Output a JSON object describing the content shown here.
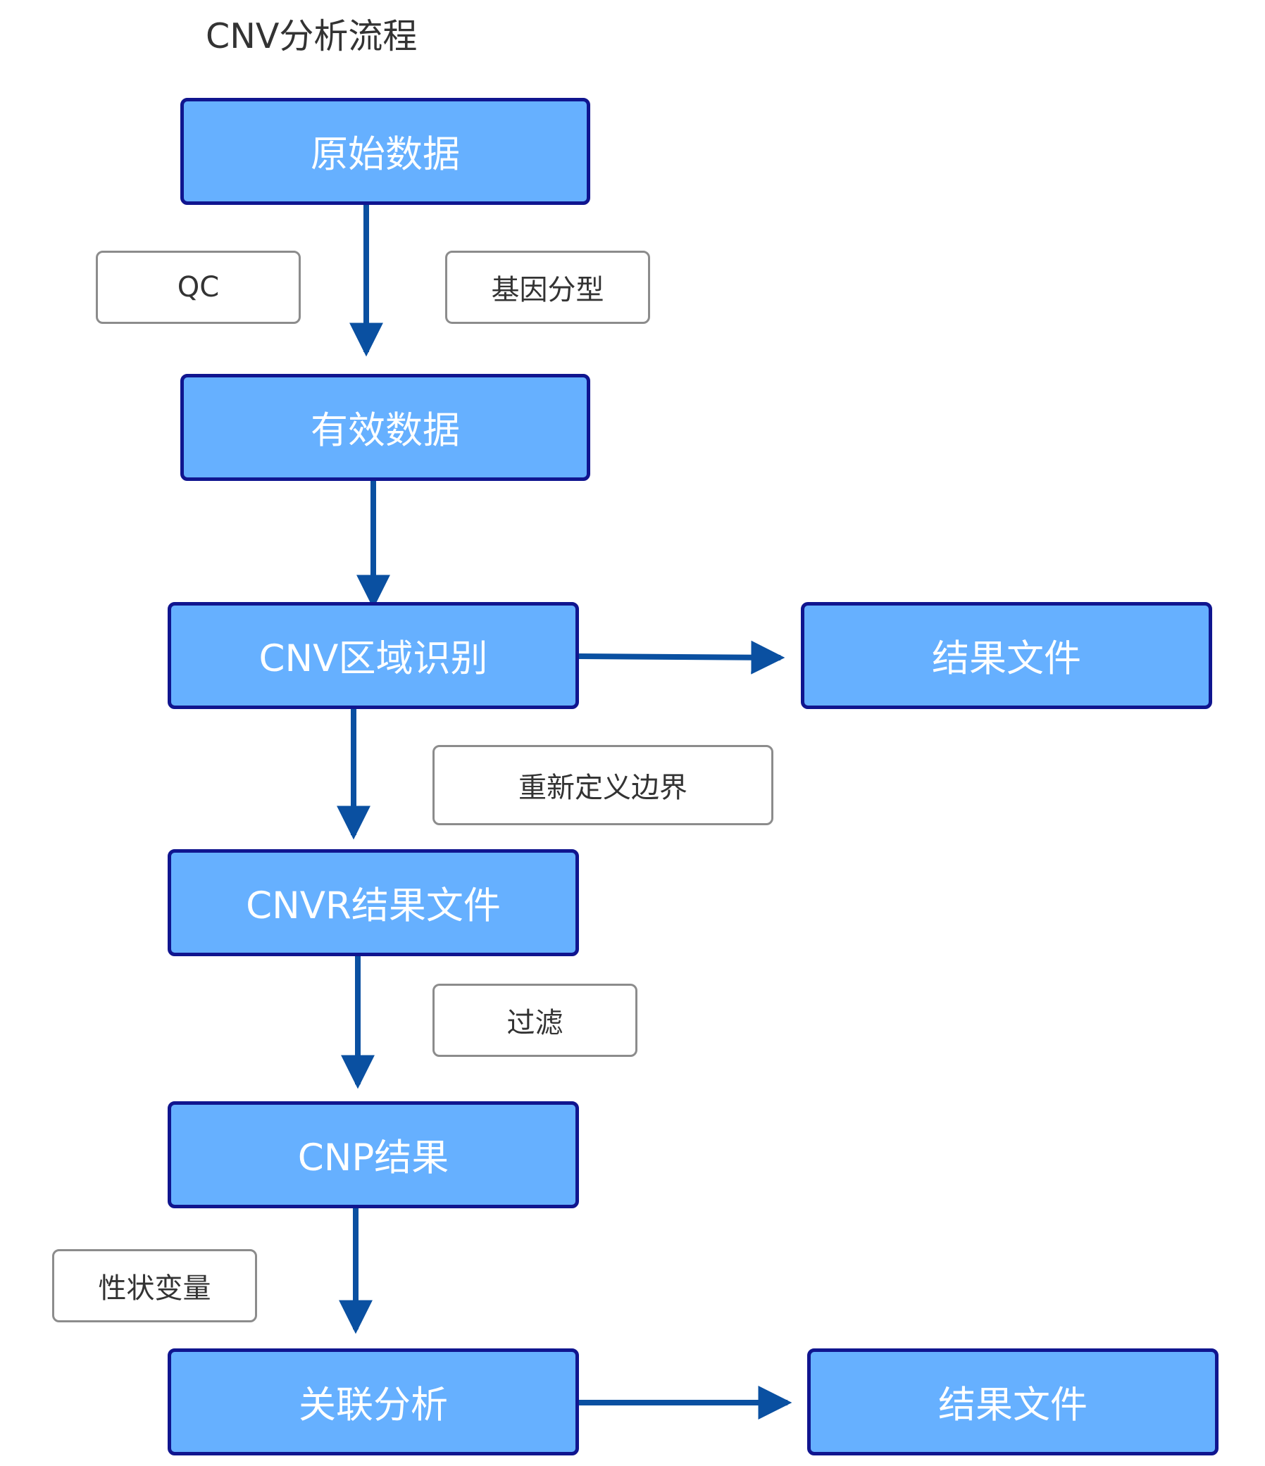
{
  "title": "CNV分析流程",
  "colors": {
    "node_fill": "#66b0ff",
    "node_border": "#10158f",
    "arrow": "#0a50a1",
    "note_border": "#8c8c8c"
  },
  "nodes": {
    "raw": "原始数据",
    "valid": "有效数据",
    "cnv_region": "CNV区域识别",
    "result_file_1": "结果文件",
    "cnvr": "CNVR结果文件",
    "cnp": "CNP结果",
    "assoc": "关联分析",
    "result_file_2": "结果文件"
  },
  "notes": {
    "qc": "QC",
    "genotyping": "基因分型",
    "redefine": "重新定义边界",
    "filter": "过滤",
    "trait": "性状变量"
  },
  "edges": [
    {
      "from": "raw",
      "to": "valid"
    },
    {
      "from": "valid",
      "to": "cnv_region"
    },
    {
      "from": "cnv_region",
      "to": "result_file_1"
    },
    {
      "from": "cnv_region",
      "to": "cnvr"
    },
    {
      "from": "cnvr",
      "to": "cnp"
    },
    {
      "from": "cnp",
      "to": "assoc"
    },
    {
      "from": "assoc",
      "to": "result_file_2"
    }
  ]
}
